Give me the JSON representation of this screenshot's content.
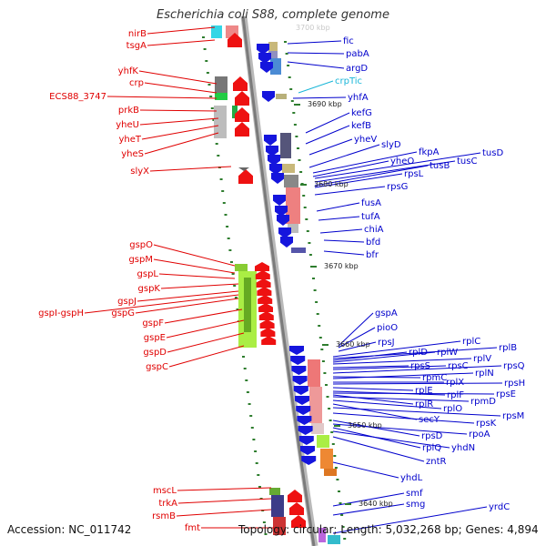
{
  "title": "Escherichia coli S88, complete genome",
  "accession": "Accession: NC_011742",
  "topology": "Topology: circular; Length: 5,032,268 bp; Genes: 4,894",
  "faint_scale_label": "3700 kbp",
  "colors": {
    "forward_label": "#e00000",
    "reverse_label": "#0000cc",
    "rna_label": "#19b6d8",
    "forward_arrow": "#ee1111",
    "reverse_arrow": "#1515dd",
    "backbone": "#808080",
    "gc_dots": "#2e7d2e"
  },
  "scale_labels": [
    "3690 kbp",
    "3680 kbp",
    "3670 kbp",
    "3660 kbp",
    "3650 kbp",
    "3640 kbp"
  ],
  "left_labels": [
    {
      "name": "nirB"
    },
    {
      "name": "tsgA"
    },
    {
      "name": "yhfK"
    },
    {
      "name": "crp"
    },
    {
      "name": "ECS88_3747"
    },
    {
      "name": "prkB"
    },
    {
      "name": "yheU"
    },
    {
      "name": "yheT"
    },
    {
      "name": "yheS"
    },
    {
      "name": "slyX"
    },
    {
      "name": "gspO"
    },
    {
      "name": "gspM"
    },
    {
      "name": "gspL"
    },
    {
      "name": "gspK"
    },
    {
      "name": "gspJ"
    },
    {
      "name": "gspI-gspH"
    },
    {
      "name": "gspG"
    },
    {
      "name": "gspF"
    },
    {
      "name": "gspE"
    },
    {
      "name": "gspD"
    },
    {
      "name": "gspC"
    },
    {
      "name": "mscL"
    },
    {
      "name": "trkA"
    },
    {
      "name": "rsmB"
    },
    {
      "name": "fmt"
    }
  ],
  "right_labels": [
    {
      "name": "fic"
    },
    {
      "name": "pabA"
    },
    {
      "name": "argD"
    },
    {
      "name": "crpTic",
      "rna": true
    },
    {
      "name": "yhfA"
    },
    {
      "name": "kefG"
    },
    {
      "name": "kefB"
    },
    {
      "name": "yheV"
    },
    {
      "name": "slyD"
    },
    {
      "name": "fkpA"
    },
    {
      "name": "tusD"
    },
    {
      "name": "tusC"
    },
    {
      "name": "yheO"
    },
    {
      "name": "tusB"
    },
    {
      "name": "rpsL"
    },
    {
      "name": "rpsG"
    },
    {
      "name": "fusA"
    },
    {
      "name": "tufA"
    },
    {
      "name": "chiA"
    },
    {
      "name": "bfd"
    },
    {
      "name": "bfr"
    },
    {
      "name": "gspA"
    },
    {
      "name": "pioO"
    },
    {
      "name": "rpsJ"
    },
    {
      "name": "rplC"
    },
    {
      "name": "rplB"
    },
    {
      "name": "rplD"
    },
    {
      "name": "rplW"
    },
    {
      "name": "rplV"
    },
    {
      "name": "rpsS"
    },
    {
      "name": "rpsC"
    },
    {
      "name": "rpsQ"
    },
    {
      "name": "rpmC"
    },
    {
      "name": "rplN"
    },
    {
      "name": "rplX"
    },
    {
      "name": "rpsH"
    },
    {
      "name": "rplE"
    },
    {
      "name": "rplF"
    },
    {
      "name": "rpsE"
    },
    {
      "name": "rplR"
    },
    {
      "name": "rpmD"
    },
    {
      "name": "rplO"
    },
    {
      "name": "secY"
    },
    {
      "name": "rpsM"
    },
    {
      "name": "rpsK"
    },
    {
      "name": "rpsD"
    },
    {
      "name": "rpoA"
    },
    {
      "name": "rplQ"
    },
    {
      "name": "yhdN"
    },
    {
      "name": "zntR"
    },
    {
      "name": "yhdL"
    },
    {
      "name": "smf"
    },
    {
      "name": "smg"
    },
    {
      "name": "yrdC"
    }
  ]
}
